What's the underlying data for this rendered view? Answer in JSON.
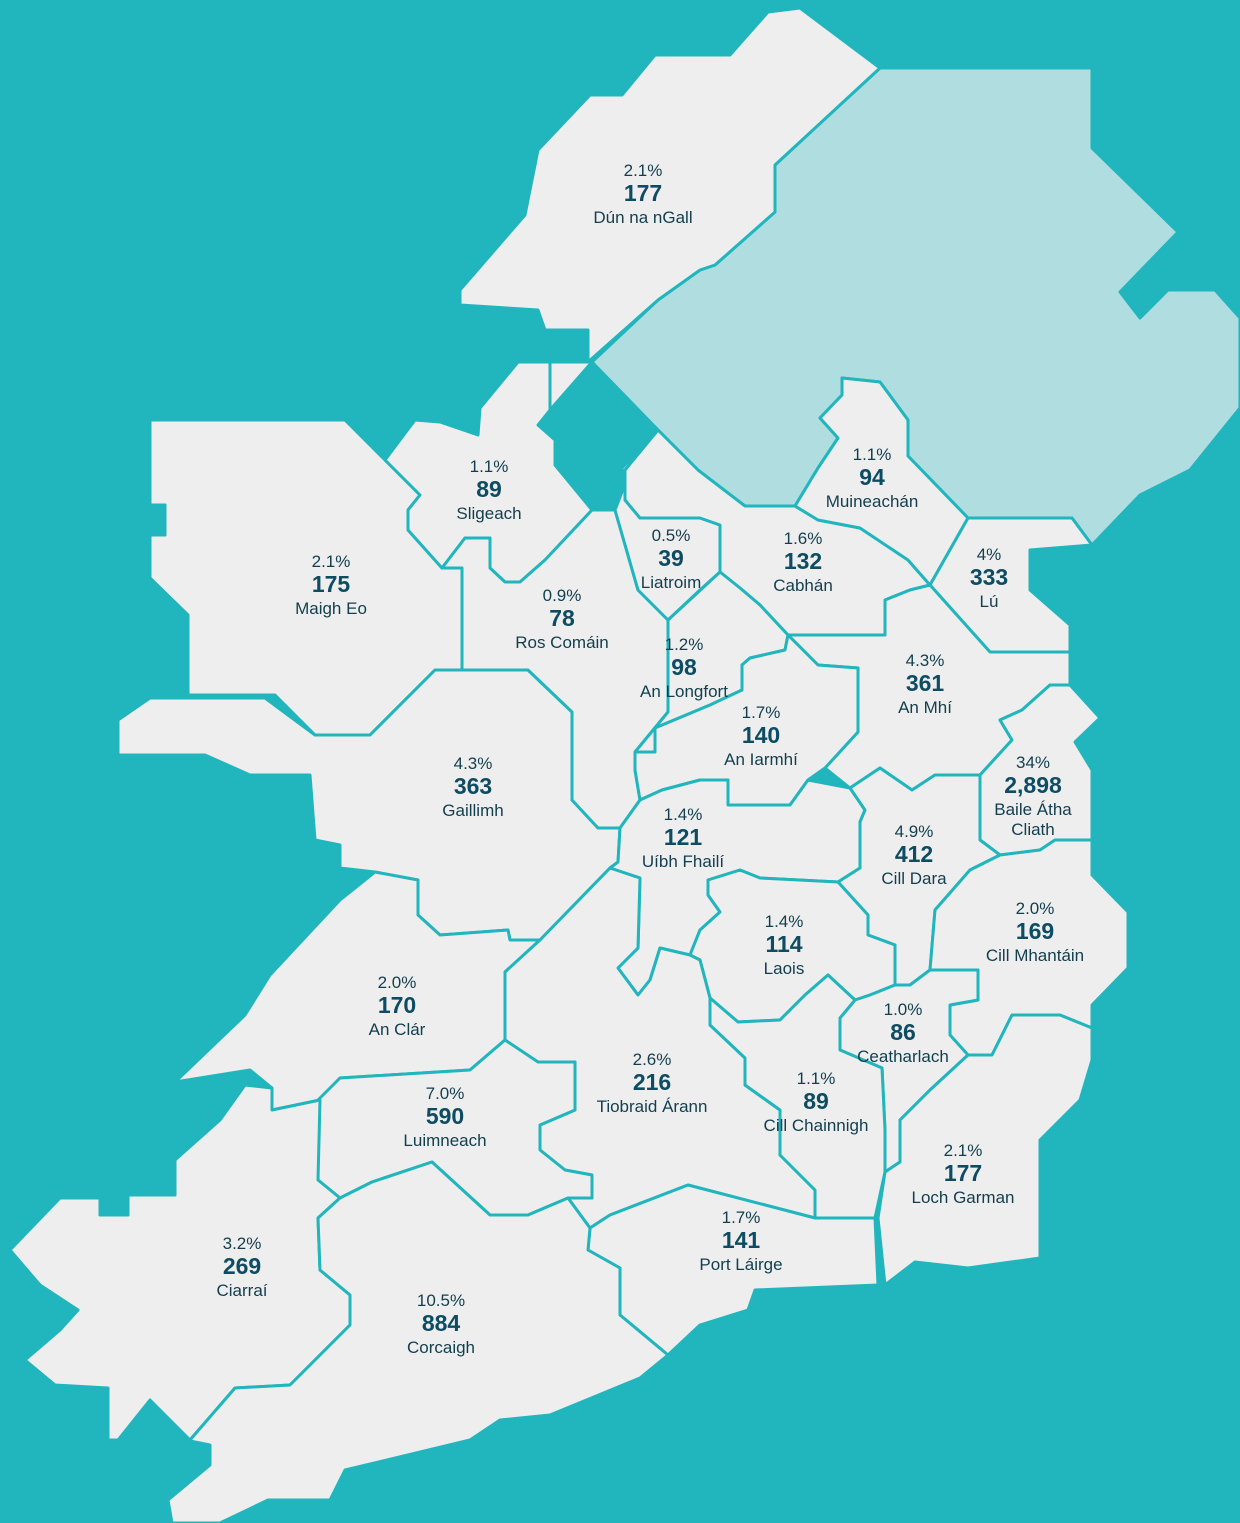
{
  "colors": {
    "sea": "#21b5bd",
    "county_fill": "#eeeeee",
    "northern_ireland_fill": "#afdde0",
    "value_text": "#0d4c62",
    "label_text": "#123e4e"
  },
  "counties": [
    {
      "id": "dun-na-ngall",
      "name": "Dún na nGall",
      "count": "177",
      "share": "2.1%"
    },
    {
      "id": "sligeach",
      "name": "Sligeach",
      "count": "89",
      "share": "1.1%"
    },
    {
      "id": "maigh-eo",
      "name": "Maigh Eo",
      "count": "175",
      "share": "2.1%"
    },
    {
      "id": "liatroim",
      "name": "Liatroim",
      "count": "39",
      "share": "0.5%"
    },
    {
      "id": "cabhan",
      "name": "Cabhán",
      "count": "132",
      "share": "1.6%"
    },
    {
      "id": "muineachan",
      "name": "Muineachán",
      "count": "94",
      "share": "1.1%"
    },
    {
      "id": "lu",
      "name": "Lú",
      "count": "333",
      "share": "4%"
    },
    {
      "id": "ros-comain",
      "name": "Ros Comáin",
      "count": "78",
      "share": "0.9%"
    },
    {
      "id": "an-longfort",
      "name": "An Longfort",
      "count": "98",
      "share": "1.2%"
    },
    {
      "id": "an-mhi",
      "name": "An Mhí",
      "count": "361",
      "share": "4.3%"
    },
    {
      "id": "an-iarmhi",
      "name": "An Iarmhí",
      "count": "140",
      "share": "1.7%"
    },
    {
      "id": "gaillimh",
      "name": "Gaillimh",
      "count": "363",
      "share": "4.3%"
    },
    {
      "id": "baile-atha-cliath",
      "name": "Baile Átha Cliath",
      "count": "2,898",
      "share": "34%"
    },
    {
      "id": "uibh-fhaili",
      "name": "Uíbh Fhailí",
      "count": "121",
      "share": "1.4%"
    },
    {
      "id": "cill-dara",
      "name": "Cill Dara",
      "count": "412",
      "share": "4.9%"
    },
    {
      "id": "cill-mhantain",
      "name": "Cill Mhantáin",
      "count": "169",
      "share": "2.0%"
    },
    {
      "id": "laois",
      "name": "Laois",
      "count": "114",
      "share": "1.4%"
    },
    {
      "id": "an-clar",
      "name": "An Clár",
      "count": "170",
      "share": "2.0%"
    },
    {
      "id": "ceatharlach",
      "name": "Ceatharlach",
      "count": "86",
      "share": "1.0%"
    },
    {
      "id": "tiobraid-arann",
      "name": "Tiobraid Árann",
      "count": "216",
      "share": "2.6%"
    },
    {
      "id": "luimneach",
      "name": "Luimneach",
      "count": "590",
      "share": "7.0%"
    },
    {
      "id": "cill-chainnigh",
      "name": "Cill Chainnigh",
      "count": "89",
      "share": "1.1%"
    },
    {
      "id": "loch-garman",
      "name": "Loch Garman",
      "count": "177",
      "share": "2.1%"
    },
    {
      "id": "port-lairge",
      "name": "Port Láirge",
      "count": "141",
      "share": "1.7%"
    },
    {
      "id": "ciarrai",
      "name": "Ciarraí",
      "count": "269",
      "share": "3.2%"
    },
    {
      "id": "corcaigh",
      "name": "Corcaigh",
      "count": "884",
      "share": "10.5%"
    }
  ]
}
